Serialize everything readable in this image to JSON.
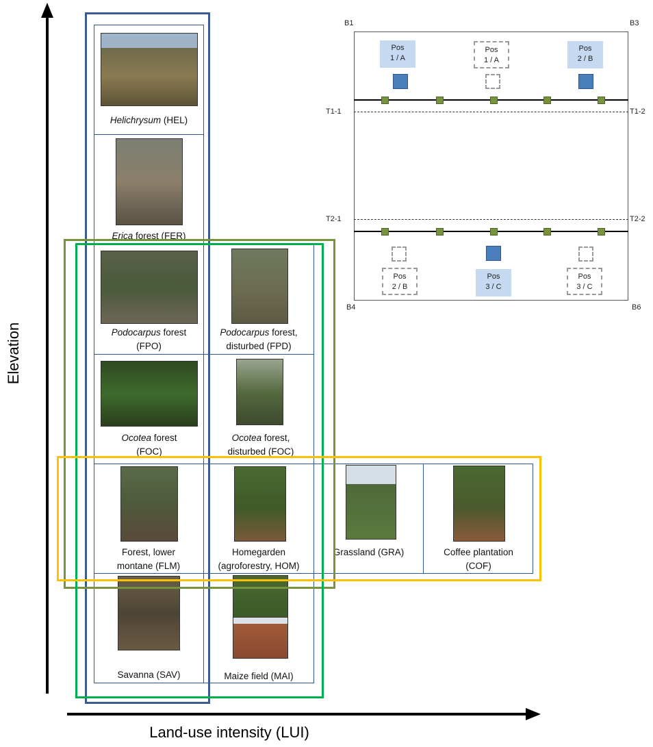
{
  "axes": {
    "y_label": "Elevation",
    "x_label": "Land-use intensity (LUI)"
  },
  "colors": {
    "blue_frame": "#3b5a93",
    "olive_frame": "#77933c",
    "green_frame": "#00b050",
    "yellow_frame": "#ffc000"
  },
  "cells": {
    "hel": {
      "italic": "Helichrysum",
      "rest": " (HEL)"
    },
    "fer": {
      "italic": "Erica",
      "rest": " forest (FER)"
    },
    "fpo": {
      "italic": "Podocarpus",
      "rest": " forest (FPO)"
    },
    "fpd": {
      "italic": "Podocarpus",
      "rest": " forest, disturbed (FPD)"
    },
    "foc": {
      "italic": "Ocotea",
      "rest": " forest (FOC)"
    },
    "focd": {
      "italic": "Ocotea",
      "rest": " forest, disturbed (FOC)"
    },
    "flm": {
      "text": "Forest, lower montane (FLM)"
    },
    "hom": {
      "text": "Homegarden (agroforestry, HOM)"
    },
    "gra": {
      "text": "Grassland (GRA)"
    },
    "cof": {
      "text": "Coffee plantation (COF)"
    },
    "sav": {
      "text": "Savanna (SAV)"
    },
    "mai": {
      "text": "Maize field (MAI)"
    }
  },
  "plot": {
    "corners": {
      "b1": "B1",
      "b3": "B3",
      "b4": "B4",
      "b6": "B6"
    },
    "transects": {
      "t11": "T1-1",
      "t12": "T1-2",
      "t21": "T2-1",
      "t22": "T2-2"
    },
    "positions": [
      {
        "l1": "Pos",
        "l2": "1 / A",
        "style": "solid"
      },
      {
        "l1": "Pos",
        "l2": "1 / A",
        "style": "dashed"
      },
      {
        "l1": "Pos",
        "l2": "2 / B",
        "style": "solid"
      },
      {
        "l1": "Pos",
        "l2": "2 / B",
        "style": "dashed"
      },
      {
        "l1": "Pos",
        "l2": "3 / C",
        "style": "solid"
      },
      {
        "l1": "Pos",
        "l2": "3 / C",
        "style": "dashed"
      }
    ]
  }
}
